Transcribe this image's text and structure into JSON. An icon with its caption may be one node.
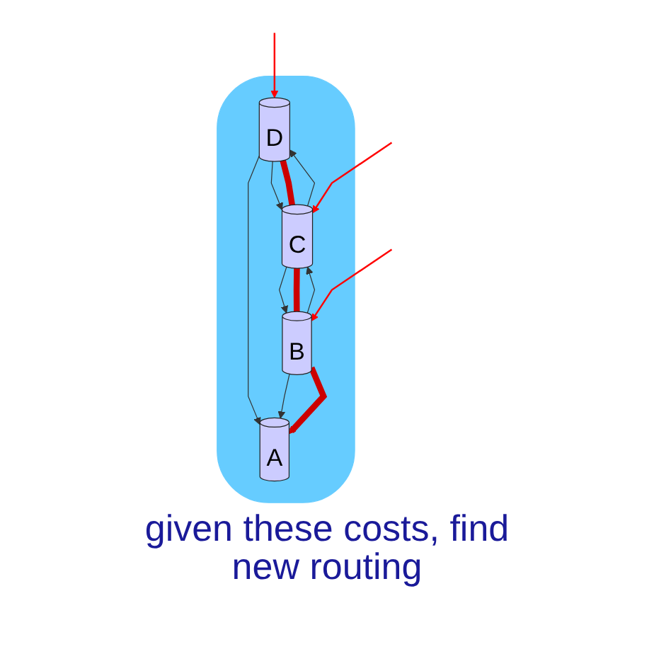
{
  "diagram": {
    "caption": "given these costs, find new routing",
    "nodes": [
      {
        "text": [],
        "shape": "cloud"
      },
      {
        "text": [
          "A"
        ],
        "in": 0
      },
      {
        "text": [
          "D"
        ],
        "in": 0
      },
      {
        "text": [
          "B"
        ],
        "in": 0
      },
      {
        "text": [
          "C"
        ],
        "in": 0
      }
    ],
    "edges": [
      {
        "from": 2,
        "to": 1,
        "arrow": "to"
      },
      {
        "from": 3,
        "to": 1,
        "arrow": "to"
      },
      {
        "from": 3,
        "to": 4,
        "arrow": "to"
      },
      {
        "from": 4,
        "to": 3,
        "arrow": "to"
      },
      {
        "from": 4,
        "to": 2,
        "arrow": "to"
      },
      {
        "from": 2,
        "to": 4,
        "arrow": "to"
      },
      {
        "from": 2,
        "to": 4,
        "arrow": "none",
        "style": "thick",
        "color": "#cc0000"
      },
      {
        "from": 4,
        "to": 3,
        "arrow": "none",
        "style": "thick",
        "color": "#cc0000"
      },
      {
        "from": 3,
        "to": 1,
        "arrow": "to",
        "style": "thick",
        "color": "#cc0000"
      },
      {
        "from": null,
        "to": 2,
        "arrow": "to",
        "color": "#ff0000"
      },
      {
        "from": null,
        "to": 3,
        "arrow": "to",
        "color": "#ff0000"
      },
      {
        "from": null,
        "to": 4,
        "arrow": "to",
        "color": "#ff0000"
      }
    ]
  }
}
